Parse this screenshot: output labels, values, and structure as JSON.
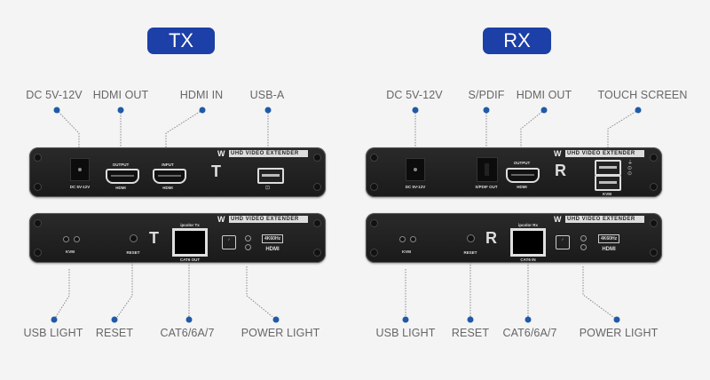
{
  "tx": {
    "badge": "TX",
    "top_labels": [
      "DC 5V-12V",
      "HDMI OUT",
      "HDMI IN",
      "USB-A"
    ],
    "bottom_labels": [
      "USB LIGHT",
      "RESET",
      "CAT6/6A/7",
      "POWER LIGHT"
    ],
    "front_panel": {
      "brand": "UHD VIDEO EXTENDER",
      "dc_label": "DC 5V-12V",
      "hdmi_out_top": "OUTPUT",
      "hdmi_out_bottom": "HDMI",
      "hdmi_in_top": "INPUT",
      "hdmi_in_bottom": "HDMI",
      "letter": "T"
    },
    "rear_panel": {
      "brand": "UHD VIDEO EXTENDER",
      "kvm_label": "KVM",
      "reset_label": "RESET",
      "rj45_top": "ipcolor Tx",
      "rj45_bottom": "CAT6 OUT",
      "letter": "T",
      "res_badge": "4K60Hz",
      "hdmi_text": "HDMI"
    }
  },
  "rx": {
    "badge": "RX",
    "top_labels": [
      "DC 5V-12V",
      "S/PDIF",
      "HDMI OUT",
      "TOUCH SCREEN"
    ],
    "bottom_labels": [
      "USB LIGHT",
      "RESET",
      "CAT6/6A/7",
      "POWER LIGHT"
    ],
    "front_panel": {
      "brand": "UHD VIDEO EXTENDER",
      "dc_label": "DC 5V-12V",
      "spdif_label": "S/PDIF OUT",
      "hdmi_out_top": "OUTPUT",
      "hdmi_out_bottom": "HDMI",
      "usb_label": "KVM",
      "letter": "R"
    },
    "rear_panel": {
      "brand": "UHD VIDEO EXTENDER",
      "kvm_label": "KVM",
      "reset_label": "RESET",
      "rj45_top": "ipcolor Rx",
      "rj45_bottom": "CAT6 IN",
      "letter": "R",
      "res_badge": "4K60Hz",
      "hdmi_text": "HDMI"
    }
  },
  "colors": {
    "badge": "#1c3fa8",
    "dot": "#1f5aa8",
    "label": "#666666",
    "background": "#f4f4f4"
  }
}
